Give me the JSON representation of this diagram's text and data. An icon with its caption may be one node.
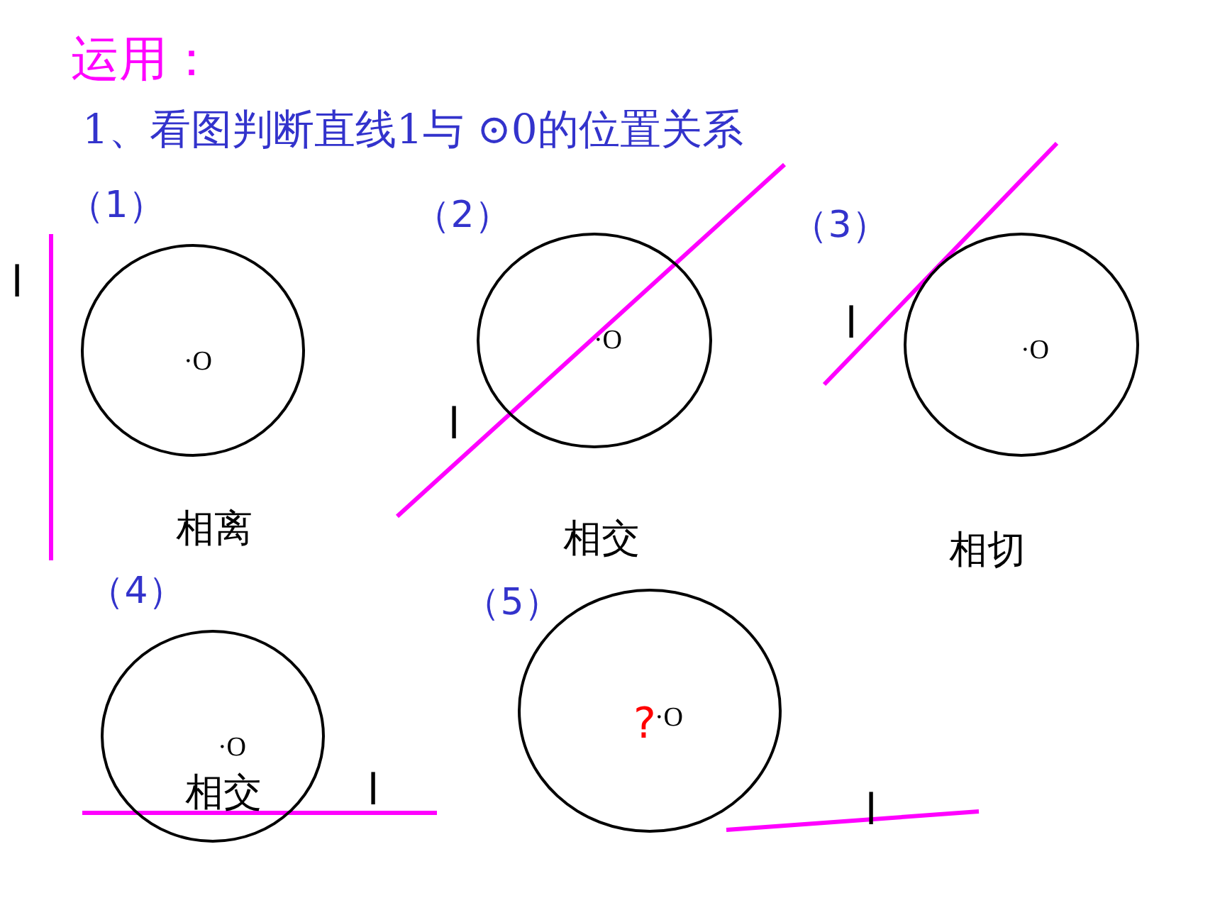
{
  "diagram": {
    "title": "运用：",
    "caption": "1、看图判断直线1与 ⊙0的位置关系",
    "nodes": [
      {
        "text": [
          "·O"
        ],
        "beside": [
          "（1）"
        ]
      },
      {
        "text": [
          "·O"
        ],
        "beside": [
          "（2）"
        ]
      },
      {
        "text": [
          "·O"
        ],
        "beside": [
          "（3）"
        ]
      },
      {
        "text": [
          "·O",
          "相交"
        ],
        "beside": [
          "（4）"
        ]
      },
      {
        "text": [
          "?",
          "·O"
        ],
        "beside": [
          "（5）"
        ]
      }
    ],
    "labels": [
      "l",
      "l",
      "l",
      "相离",
      "相交",
      "相切",
      "l",
      "l"
    ]
  }
}
